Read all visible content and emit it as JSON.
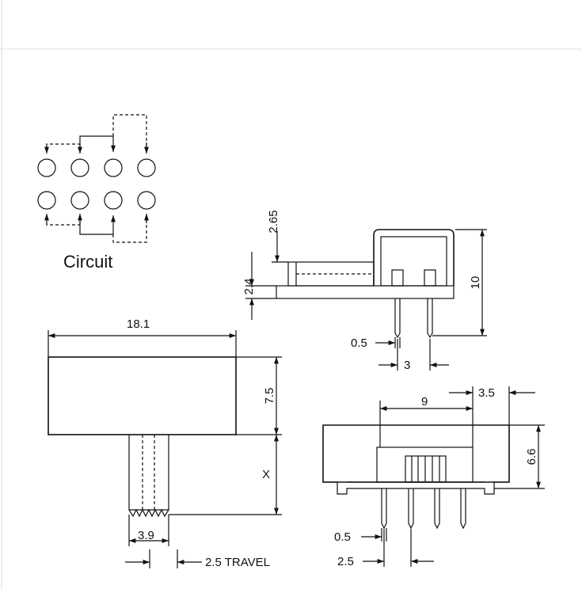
{
  "circuit": {
    "title": "Circuit"
  },
  "dimensions": {
    "side_top_offset": "2.65",
    "side_lever_height": "2.4",
    "side_height": "10",
    "side_pin_width": "0.5",
    "side_pin_pitch": "3",
    "front_length": "18.1",
    "front_body_height": "7.5",
    "front_lever_length": "X",
    "front_lever_width": "3.9",
    "front_travel": "2.5 TRAVEL",
    "bottom_pin_span": "9",
    "bottom_end_offset": "3.5",
    "bottom_height": "6.6",
    "bottom_pin_width": "0.5",
    "bottom_pin_pitch": "2.5"
  }
}
